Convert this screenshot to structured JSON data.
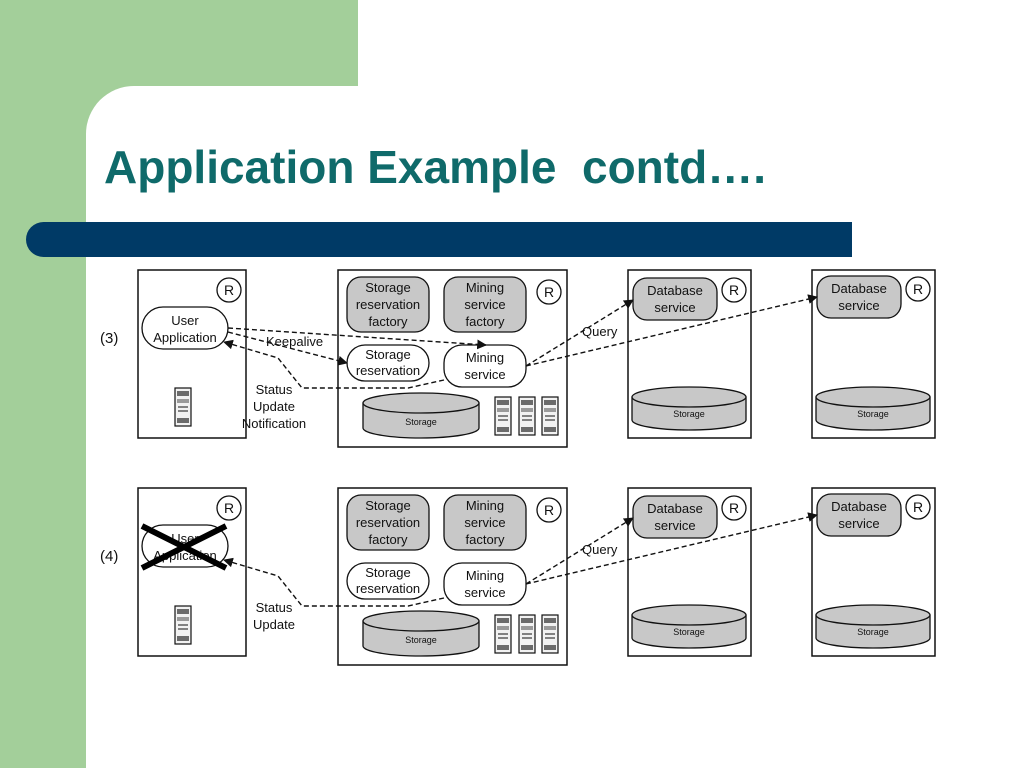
{
  "slide": {
    "title": "Application Example  contd…."
  },
  "colors": {
    "left_band": "#a3cf9a",
    "title": "#0f6a6a",
    "bar": "#003a66",
    "service_fill": "#c8c8c8"
  },
  "panels": [
    {
      "step": "(3)",
      "registry": "R",
      "user_application": [
        "User",
        "Application"
      ],
      "user_crossed_out": false,
      "storage_reservation_factory": [
        "Storage",
        "reservation",
        "factory"
      ],
      "mining_service_factory": [
        "Mining",
        "service",
        "factory"
      ],
      "storage_reservation": [
        "Storage",
        "reservation"
      ],
      "mining_service": [
        "Mining",
        "service"
      ],
      "storage": "Storage",
      "keepalive": "Keepalive",
      "query": "Query",
      "status": [
        "Status",
        "Update",
        "Notification"
      ],
      "database_service": [
        "Database",
        "service"
      ],
      "db_storage": "Storage"
    },
    {
      "step": "(4)",
      "registry": "R",
      "user_application": [
        "User",
        "Application"
      ],
      "user_crossed_out": true,
      "storage_reservation_factory": [
        "Storage",
        "reservation",
        "factory"
      ],
      "mining_service_factory": [
        "Mining",
        "service",
        "factory"
      ],
      "storage_reservation": [
        "Storage",
        "reservation"
      ],
      "mining_service": [
        "Mining",
        "service"
      ],
      "storage": "Storage",
      "keepalive": "",
      "query": "Query",
      "status": [
        "Status",
        "Update"
      ],
      "database_service": [
        "Database",
        "service"
      ],
      "db_storage": "Storage"
    }
  ]
}
